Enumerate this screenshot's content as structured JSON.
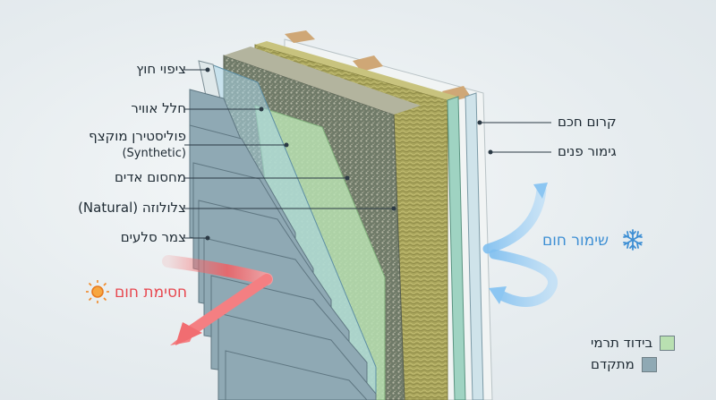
{
  "labels_left": [
    {
      "id": "exterior-coating",
      "text": "ציפוי חוץ"
    },
    {
      "id": "air-gap",
      "text": "חלל אוויר"
    },
    {
      "id": "xps-foam",
      "text": "פוליסטירן מוקצף"
    },
    {
      "id": "xps-sub",
      "text": "(Synthetic)"
    },
    {
      "id": "moisture-barrier",
      "text": "מחסום אדים"
    },
    {
      "id": "cellulose",
      "text": "צלולוזה (Natural)"
    },
    {
      "id": "rock-wool",
      "text": "צמר סלעים"
    }
  ],
  "labels_right": [
    {
      "id": "smart-membrane",
      "text": "קרום חכם"
    },
    {
      "id": "interior-finish",
      "text": "גימור פנים"
    }
  ],
  "heat_block": {
    "text": "חסימת חום",
    "color": "#e8474f",
    "icon": "sun-icon"
  },
  "heat_keep": {
    "text": "שימור חום",
    "color": "#3e8fd4",
    "icon": "snowflake-icon"
  },
  "legend": [
    {
      "text": "בידוד תרמי",
      "color": "#b9e0b1"
    },
    {
      "text": "מתקדם",
      "color": "#8fa9b4"
    }
  ]
}
